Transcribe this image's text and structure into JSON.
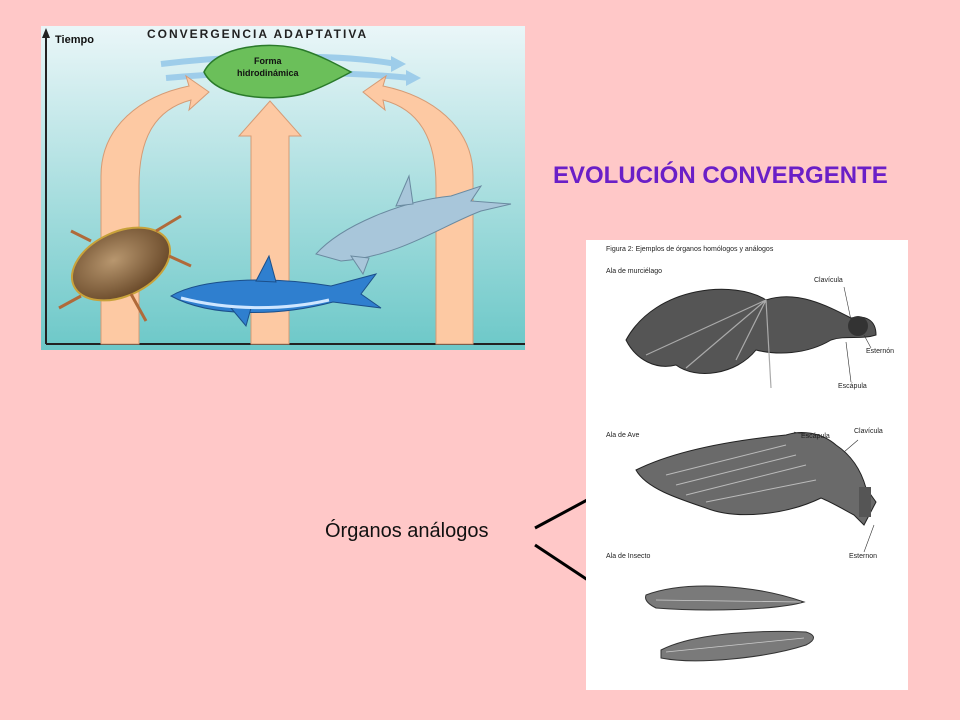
{
  "slide": {
    "title": "EVOLUCIÓN CONVERGENTE",
    "title_color": "#6a1fc7",
    "background": "#ffc8c8"
  },
  "convergence_diagram": {
    "heading": "CONVERGENCIA ADAPTATIVA",
    "time_axis_label": "Tiempo",
    "shape_label_line1": "Forma",
    "shape_label_line2": "hidrodinámica",
    "organisms": [
      "beetle-icon",
      "shark-icon",
      "dolphin-icon"
    ]
  },
  "analogous_organs": {
    "label": "Órganos análogos"
  },
  "wing_figure": {
    "caption": "Figura 2: Ejemplos de órganos homólogos y análogos",
    "bat": {
      "title": "Ala de murciélago",
      "labels": [
        "Clavícula",
        "Esternón",
        "Escápula"
      ]
    },
    "bird": {
      "title": "Ala de Ave",
      "labels": [
        "Escápula",
        "Clavícula",
        "Esternon"
      ]
    },
    "insect": {
      "title": "Ala de Insecto"
    }
  }
}
